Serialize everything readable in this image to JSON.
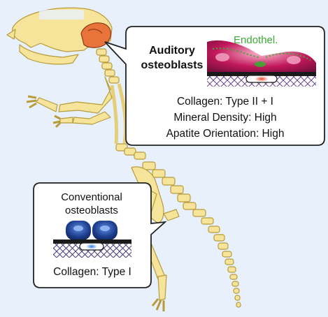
{
  "auditory_callout": {
    "title_line1": "Auditory",
    "title_line2": "osteoblasts",
    "endothelial_label": "Endothel.",
    "lines": [
      "Collagen: Type II + I",
      "Mineral Density: High",
      "Apatite Orientation: High"
    ]
  },
  "conventional_callout": {
    "title_line1": "Conventional",
    "title_line2": "osteoblasts",
    "collagen_line": "Collagen: Type I"
  },
  "colors": {
    "background": "#e8f1fb",
    "bone": "#f6e49a",
    "bone_outline": "#b89b3a",
    "auditory_bulla": "#e8743b",
    "auditory_cells": "#c2185b",
    "conventional_cells": "#1e3f8f",
    "endothelial": "#3aaa35",
    "matrix": "#6d4a8c"
  }
}
